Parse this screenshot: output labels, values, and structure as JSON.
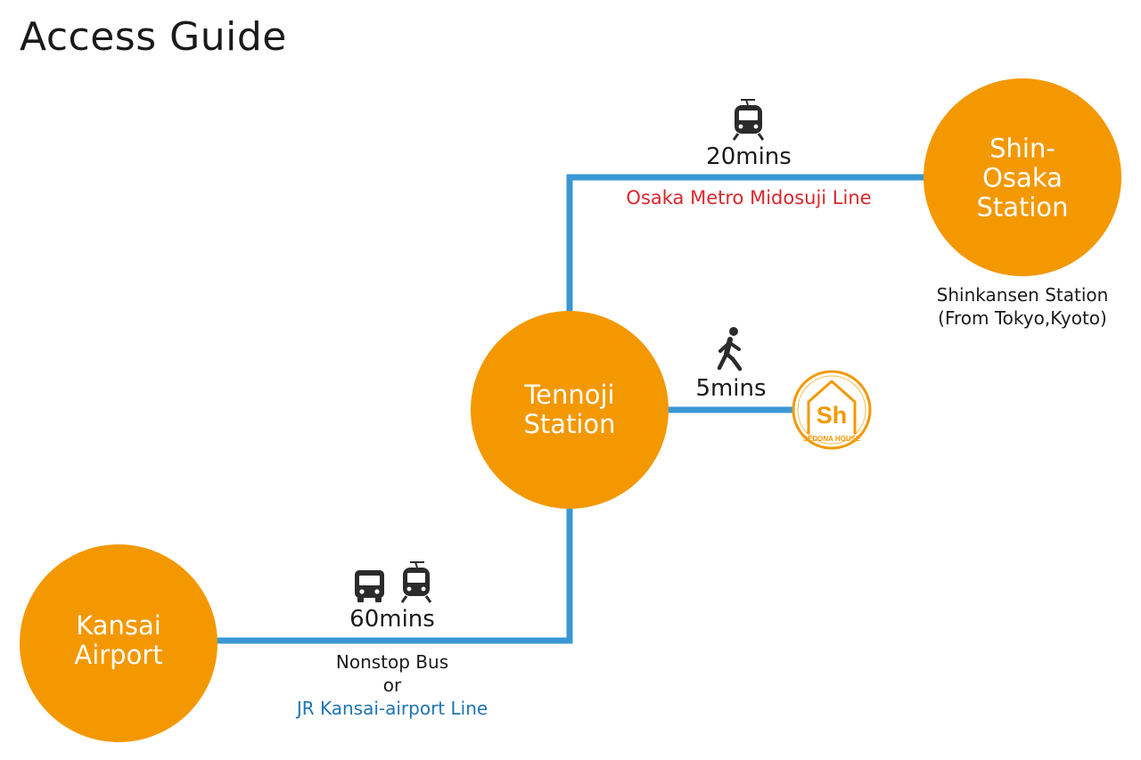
{
  "title": "Access Guide",
  "colors": {
    "route": "#3a97d4",
    "station": "#f39800",
    "metro_line": "#d6282d",
    "jr_line": "#1e74b3",
    "logo": "#f39800"
  },
  "stations": {
    "kansai": {
      "line1": "Kansai",
      "line2": "Airport"
    },
    "tennoji": {
      "line1": "Tennoji",
      "line2": "Station"
    },
    "shin_osaka": {
      "line1": "Shin-Osaka",
      "line2": "Station"
    }
  },
  "shin_osaka_note": {
    "line1": "Shinkansen Station",
    "line2": "(From Tokyo,Kyoto)"
  },
  "routes": {
    "airport_to_tennoji": {
      "icons": [
        "bus-icon",
        "train-icon"
      ],
      "duration": "60mins",
      "option1": "Nonstop Bus",
      "or": "or",
      "option2": "JR Kansai-airport Line"
    },
    "tennoji_to_shin_osaka": {
      "icons": [
        "train-icon"
      ],
      "duration": "20mins",
      "line": "Osaka Metro Midosuji Line"
    },
    "tennoji_to_hotel": {
      "icons": [
        "walking-person-icon"
      ],
      "duration": "5mins"
    }
  },
  "hotel_logo": {
    "mark": "Sh",
    "name": "SEDONA HOUSE"
  }
}
